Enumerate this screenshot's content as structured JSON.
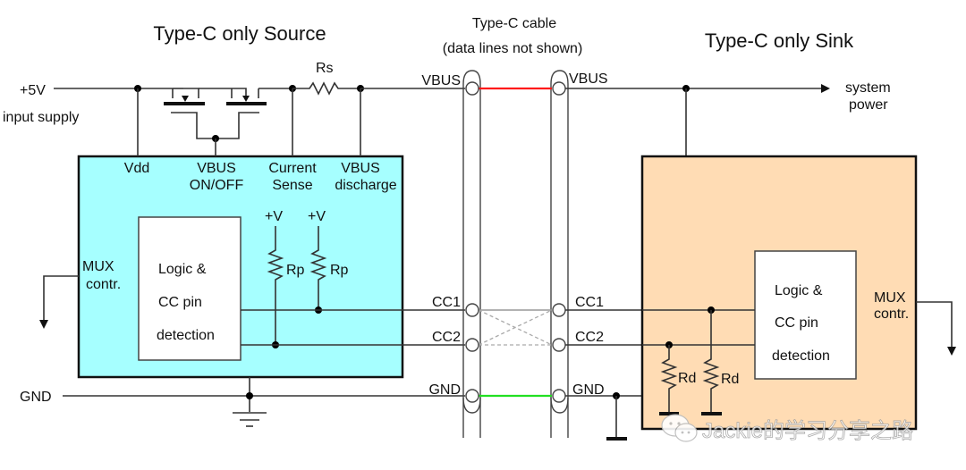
{
  "source": {
    "title": "Type-C only Source",
    "supply_label": "+5V",
    "supply_sub_label": "input supply",
    "sense_resistor_label": "Rs",
    "pins": {
      "vdd": "Vdd",
      "vbus_onoff_1": "VBUS",
      "vbus_onoff_2": "ON/OFF",
      "current_sense_1": "Current",
      "current_sense_2": "Sense",
      "vbus_discharge_1": "VBUS",
      "vbus_discharge_2": "discharge"
    },
    "mux_1": "MUX",
    "mux_2": "contr.",
    "logic_1": "Logic &",
    "logic_2": "CC pin",
    "logic_3": "detection",
    "pullup_voltage": "+V",
    "pullup_resistor": "Rp",
    "gnd_label": "GND",
    "block_color": "#a6ffff"
  },
  "cable": {
    "title_1": "Type-C cable",
    "title_2": "(data lines not shown)",
    "left_labels": [
      "VBUS",
      "CC1",
      "CC2",
      "GND"
    ],
    "right_labels": [
      "VBUS",
      "CC1",
      "CC2",
      "GND"
    ],
    "vbus_color": "#ff1a1a",
    "gnd_color": "#22e022"
  },
  "sink": {
    "title": "Type-C only Sink",
    "output_1": "system",
    "output_2": "power",
    "mux_1": "MUX",
    "mux_2": "contr.",
    "logic_1": "Logic &",
    "logic_2": "CC pin",
    "logic_3": "detection",
    "pulldown_resistor": "Rd",
    "block_color": "#ffdcb4"
  },
  "watermark": "Jackie的学习分享之路"
}
